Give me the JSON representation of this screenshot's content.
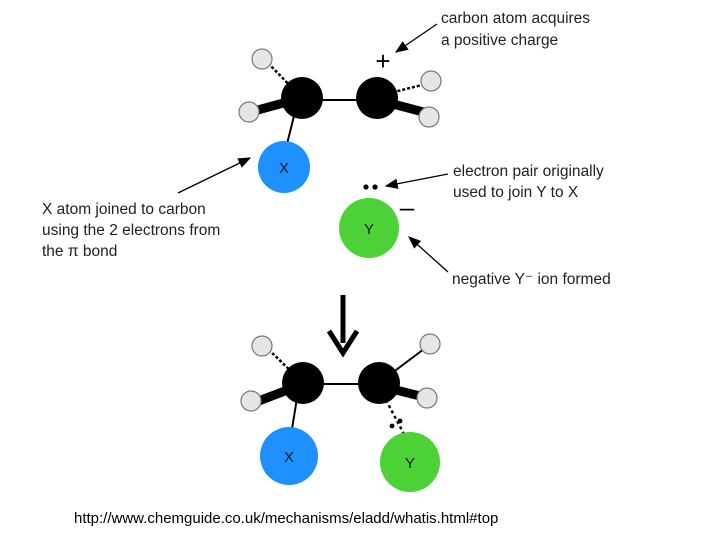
{
  "annotations": {
    "positive_charge": [
      "carbon atom acquires",
      "a positive charge"
    ],
    "electron_pair": [
      "electron pair originally",
      "used to join Y to X"
    ],
    "x_joined": [
      "X atom joined to carbon",
      "using the 2 electrons from",
      "the π bond"
    ],
    "negative_ion": "negative Y⁻ ion formed"
  },
  "atoms": {
    "x": "X",
    "y": "Y"
  },
  "charges": {
    "plus": "+",
    "minus": "–"
  },
  "source_url": "http://www.chemguide.co.uk/mechanisms/eladd/whatis.html#top",
  "colors": {
    "carbon": "#000000",
    "hydrogen": "#e6e6e6",
    "x_atom": "#1e90ff",
    "y_atom": "#4cd137",
    "arrow": "#000000"
  }
}
